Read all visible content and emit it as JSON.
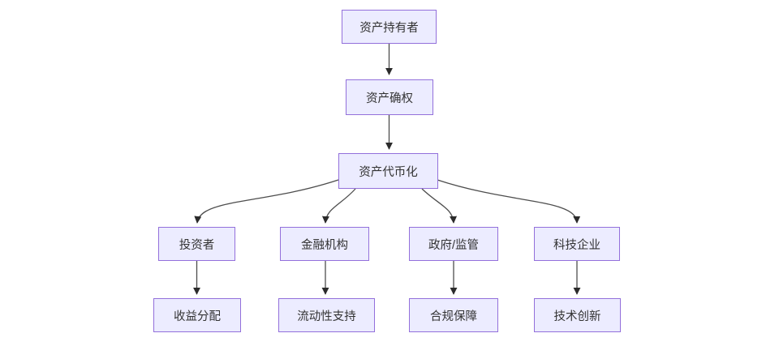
{
  "diagram": {
    "type": "flowchart-top-down",
    "colors": {
      "node_fill": "#ECECFF",
      "node_border": "#9370DB",
      "node_text": "#333333",
      "edge_stroke": "#4d4d4d",
      "arrow_fill": "#2b2b2b",
      "bg": "#FFFFFF"
    },
    "nodes": [
      {
        "id": "asset-holder",
        "label": "资产持有者"
      },
      {
        "id": "asset-rights-confirmation",
        "label": "资产确权"
      },
      {
        "id": "asset-tokenization",
        "label": "资产代币化"
      },
      {
        "id": "investors",
        "label": "投资者"
      },
      {
        "id": "financial-institutions",
        "label": "金融机构"
      },
      {
        "id": "government-regulators",
        "label": "政府/监管"
      },
      {
        "id": "tech-enterprises",
        "label": "科技企业"
      },
      {
        "id": "profit-distribution",
        "label": "收益分配"
      },
      {
        "id": "liquidity-support",
        "label": "流动性支持"
      },
      {
        "id": "compliance-guarantee",
        "label": "合规保障"
      },
      {
        "id": "technology-innovation",
        "label": "技术创新"
      }
    ],
    "edges": [
      {
        "from": "asset-holder",
        "to": "asset-rights-confirmation"
      },
      {
        "from": "asset-rights-confirmation",
        "to": "asset-tokenization"
      },
      {
        "from": "asset-tokenization",
        "to": "investors"
      },
      {
        "from": "asset-tokenization",
        "to": "financial-institutions"
      },
      {
        "from": "asset-tokenization",
        "to": "government-regulators"
      },
      {
        "from": "asset-tokenization",
        "to": "tech-enterprises"
      },
      {
        "from": "investors",
        "to": "profit-distribution"
      },
      {
        "from": "financial-institutions",
        "to": "liquidity-support"
      },
      {
        "from": "government-regulators",
        "to": "compliance-guarantee"
      },
      {
        "from": "tech-enterprises",
        "to": "technology-innovation"
      }
    ]
  }
}
